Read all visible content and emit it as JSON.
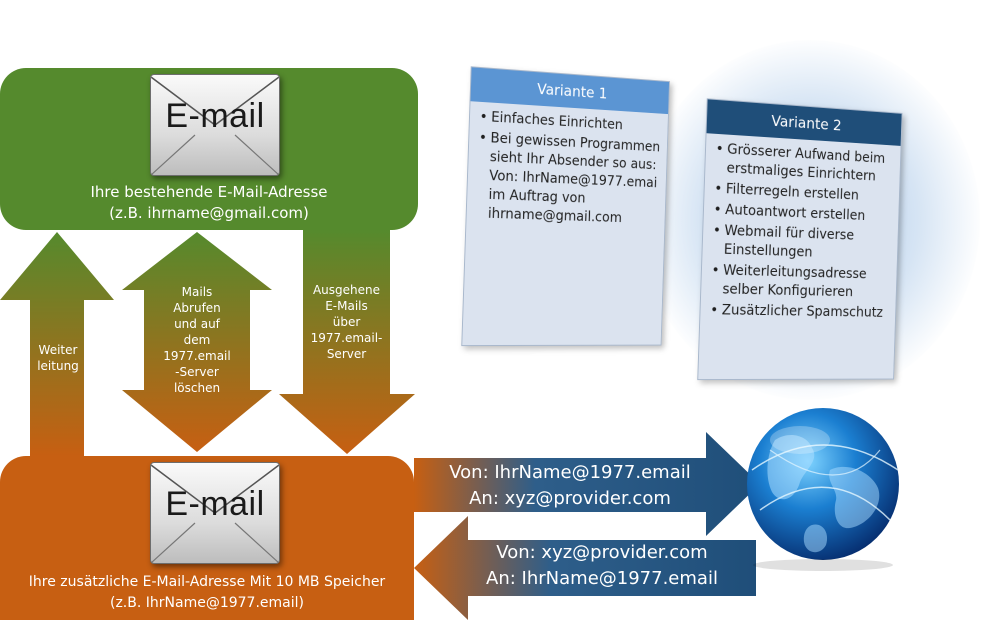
{
  "top_box": {
    "envelope_label": "E-mail",
    "caption_line1": "Ihre bestehende E-Mail-Adresse",
    "caption_line2": "(z.B. ihrname@gmail.com)"
  },
  "bottom_box": {
    "envelope_label": "E-mail",
    "caption_line1": "Ihre zusätzliche E-Mail-Adresse Mit 10 MB Speicher",
    "caption_line2": "(z.B. IhrName@1977.email)"
  },
  "arrows": {
    "forward": [
      "Weiter",
      "leitung"
    ],
    "fetch": [
      "Mails",
      "Abrufen",
      "und auf",
      "dem",
      "1977.email",
      "-Server",
      "löschen"
    ],
    "outgoing": [
      "Ausgehene",
      "E-Mails",
      "über",
      "1977.email-",
      "Server"
    ]
  },
  "outgoing_flow": {
    "from": "Von: IhrName@1977.email",
    "to": "An: xyz@provider.com"
  },
  "incoming_flow": {
    "from": "Von: xyz@provider.com",
    "to": "An: IhrName@1977.email"
  },
  "variant1": {
    "title": "Variante 1",
    "items": [
      "Einfaches Einrichten",
      "Bei gewissen Programmen sieht Ihr Absender so aus: Von: IhrName@1977.emai im Auftrag von ihrname@gmail.com"
    ]
  },
  "variant2": {
    "title": "Variante 2",
    "items": [
      "Grösserer Aufwand beim erstmaliges Einrichtern",
      "Filterregeln erstellen",
      "Autoantwort erstellen",
      "Webmail für diverse Einstellungen",
      "Weiterleitungsadresse selber Konfigurieren",
      "Zusätzlicher Spamschutz"
    ]
  },
  "colors": {
    "green": "#558a2d",
    "orange": "#c75f12",
    "blue_arrow": "#1f4e79",
    "variant1_header": "#5b95d3",
    "variant2_header": "#1f4e79"
  }
}
